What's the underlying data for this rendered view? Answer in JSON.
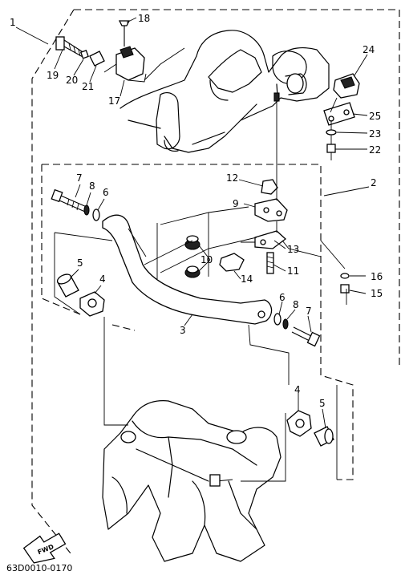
{
  "diagram": {
    "drawing_code": "63D0010-0170",
    "fwd_label": "FWD",
    "callouts": {
      "c1": "1",
      "c2": "2",
      "c3": "3",
      "c4a": "4",
      "c4b": "4",
      "c5a": "5",
      "c5b": "5",
      "c6a": "6",
      "c6b": "6",
      "c7a": "7",
      "c7b": "7",
      "c8a": "8",
      "c8b": "8",
      "c9": "9",
      "c10": "10",
      "c11": "11",
      "c12": "12",
      "c13": "13",
      "c14": "14",
      "c15": "15",
      "c16": "16",
      "c17": "17",
      "c18": "18",
      "c19": "19",
      "c20": "20",
      "c21": "21",
      "c22": "22",
      "c23": "23",
      "c24": "24",
      "c25": "25"
    }
  }
}
